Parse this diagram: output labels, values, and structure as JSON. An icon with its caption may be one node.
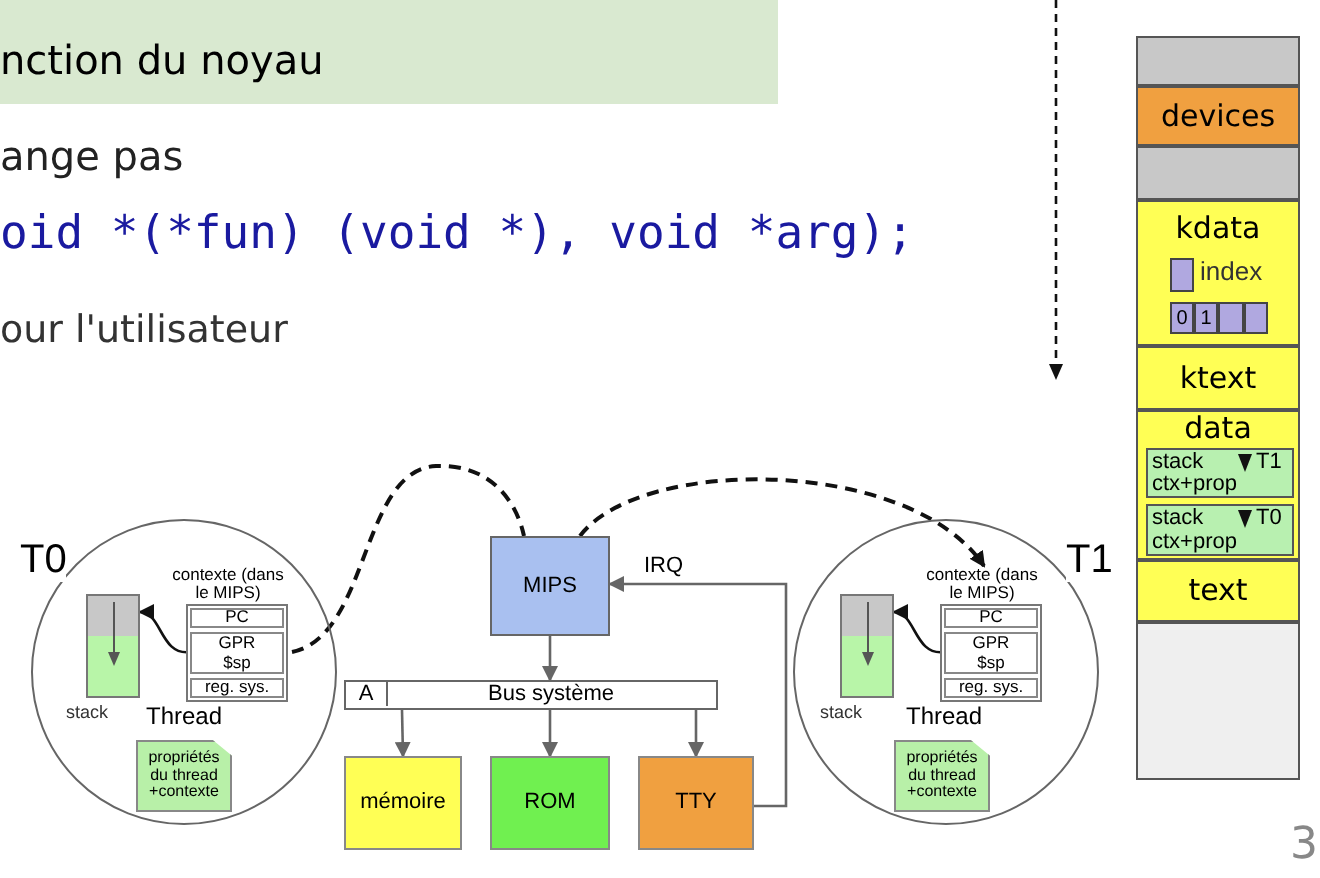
{
  "diagram": {
    "nodes": [
      {
        "text": [
          "nction du noyau"
        ]
      },
      {
        "text": [
          "T0",
          "Thread"
        ]
      },
      {
        "text": [],
        "shape": "box",
        "in": 1,
        "beside": [
          "stack"
        ]
      },
      {
        "text": [
          "contexte (dans le MIPS)"
        ],
        "in": 1
      },
      {
        "text": [
          "PC"
        ],
        "in": 3
      },
      {
        "text": [
          "GPR",
          "$sp"
        ],
        "in": 3
      },
      {
        "text": [
          "reg. sys."
        ],
        "in": 3
      },
      {
        "text": [
          "propriétés du thread +contexte"
        ],
        "in": 1
      },
      {
        "text": [
          "T1",
          "Thread"
        ]
      },
      {
        "text": [],
        "shape": "box",
        "in": 8,
        "beside": [
          "stack"
        ]
      },
      {
        "text": [
          "contexte (dans le MIPS)"
        ],
        "in": 8
      },
      {
        "text": [
          "PC"
        ],
        "in": 10
      },
      {
        "text": [
          "GPR",
          "$sp"
        ],
        "in": 10
      },
      {
        "text": [
          "reg. sys."
        ],
        "in": 10
      },
      {
        "text": [
          "propriétés du thread +contexte"
        ],
        "in": 8
      },
      {
        "text": [
          "MIPS"
        ]
      },
      {
        "text": [
          "A",
          "Bus système"
        ]
      },
      {
        "text": [
          "mémoire"
        ]
      },
      {
        "text": [
          "ROM"
        ]
      },
      {
        "text": [
          "TTY"
        ]
      },
      {
        "text": [],
        "shape": "box"
      },
      {
        "text": [
          "devices"
        ]
      },
      {
        "text": [],
        "shape": "box"
      },
      {
        "text": [
          "kdata"
        ]
      },
      {
        "text": [],
        "shape": "box",
        "in": 23,
        "beside": [
          "index"
        ]
      },
      {
        "text": [
          "0"
        ],
        "in": 23
      },
      {
        "text": [
          "1"
        ],
        "in": 23
      },
      {
        "text": [],
        "shape": "box",
        "in": 23
      },
      {
        "text": [],
        "shape": "box",
        "in": 23
      },
      {
        "text": [
          "ktext"
        ]
      },
      {
        "text": [
          "data"
        ]
      },
      {
        "text": [
          "stack",
          "T1",
          "ctx+prop"
        ],
        "in": 30
      },
      {
        "text": [
          "stack",
          "T0",
          "ctx+prop"
        ],
        "in": 30
      },
      {
        "text": [
          "text"
        ]
      },
      {
        "text": [],
        "shape": "box"
      }
    ],
    "edges": [
      {
        "from": 5,
        "to": 2,
        "arrow": "to"
      },
      {
        "from": 12,
        "to": 9,
        "arrow": "to"
      },
      {
        "from": 15,
        "to": 16,
        "arrow": "to",
        "color": "#666666"
      },
      {
        "from": 16,
        "to": 17,
        "arrow": "to",
        "color": "#666666"
      },
      {
        "from": 16,
        "to": 18,
        "arrow": "to",
        "color": "#666666"
      },
      {
        "from": 16,
        "to": 19,
        "arrow": "to",
        "color": "#666666"
      },
      {
        "from": 19,
        "to": 15,
        "arrow": "to",
        "label": "IRQ",
        "color": "#666666"
      },
      {
        "from": 3,
        "to": 15,
        "arrow": "none",
        "style": "dashed"
      },
      {
        "from": 15,
        "to": 10,
        "arrow": "to",
        "style": "dashed"
      }
    ],
    "labels": [
      "ange pas",
      "oid *(*fun) (void *), void *arg);",
      "our l'utilisateur",
      "3"
    ]
  }
}
